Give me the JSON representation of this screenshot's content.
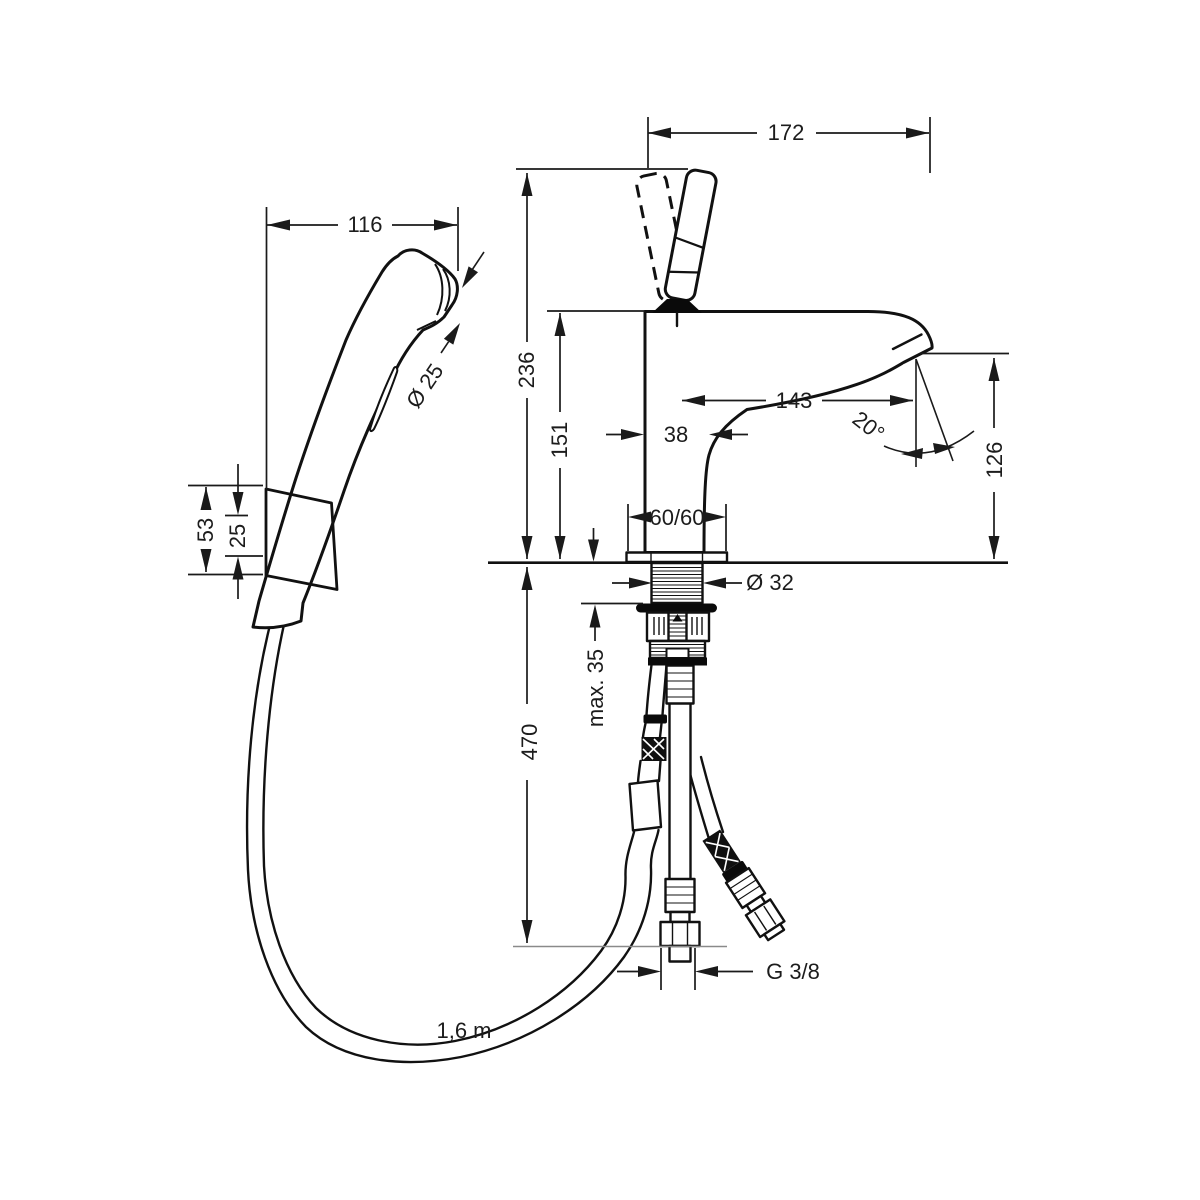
{
  "drawing": {
    "type": "technical-dimension-drawing",
    "subject": "basin mixer with hand shower set",
    "units": "mm",
    "colors": {
      "line": "#111111",
      "dimension": "#1a1a1a",
      "light_reference": "#8a8a8a",
      "background": "#ffffff"
    },
    "labels": {
      "total_width": "172",
      "handshower_width": "116",
      "head_diameter": "Ø 25",
      "total_height": "236",
      "body_height": "151",
      "spout_reach": "143",
      "body_width": "38",
      "spout_angle": "20°",
      "outlet_height": "126",
      "holder_height": "53",
      "holder_pitch": "25",
      "base_plate": "60/60",
      "hole_diameter": "Ø 32",
      "counter_max_thickness": "max. 35",
      "hose_drop": "470",
      "connection_thread": "G 3/8",
      "hose_length": "1,6 m"
    }
  }
}
